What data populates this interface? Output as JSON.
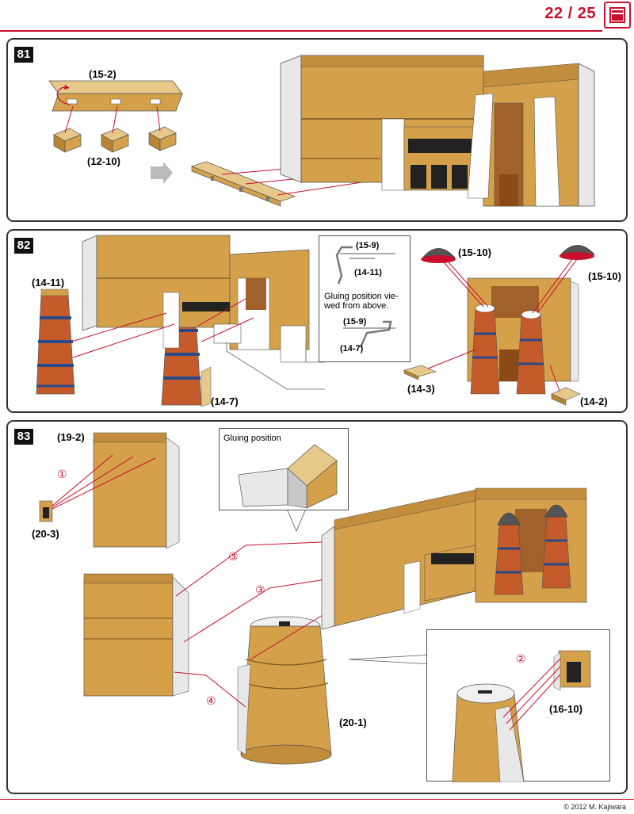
{
  "header": {
    "page_indicator": "22 / 25",
    "menu_icon": "document-menu-icon"
  },
  "colors": {
    "accent": "#c8102e",
    "wall": "#d4a04a",
    "wall_dark": "#b98535",
    "dome": "#555555"
  },
  "step81": {
    "number": "81",
    "labels": {
      "part_15_2": "(15-2)",
      "part_12_10": "(12-10)"
    }
  },
  "step82": {
    "number": "82",
    "labels": {
      "part_14_11": "(14-11)",
      "part_14_7": "(14-7)",
      "part_15_10_left": "(15-10)",
      "part_15_10_right": "(15-10)",
      "part_14_3": "(14-3)",
      "part_14_2": "(14-2)"
    },
    "inset": {
      "top_label": "(15-9)",
      "top_sub_label": "(14-11)",
      "caption": "Gluing position vie-\nwed from above.",
      "bottom_label": "(15-9)",
      "bottom_sub_label": "(14-7)"
    }
  },
  "step83": {
    "number": "83",
    "labels": {
      "part_19_2": "(19-2)",
      "part_20_3": "(20-3)",
      "part_20_1": "(20-1)",
      "part_16_10": "(16-10)"
    },
    "inset_caption": "Gluing position",
    "markers": {
      "m1": "①",
      "m2": "②",
      "m3a": "③",
      "m3b": "③",
      "m4": "④"
    }
  },
  "footer": {
    "copyright": "© 2012 M. Kajiwara"
  }
}
